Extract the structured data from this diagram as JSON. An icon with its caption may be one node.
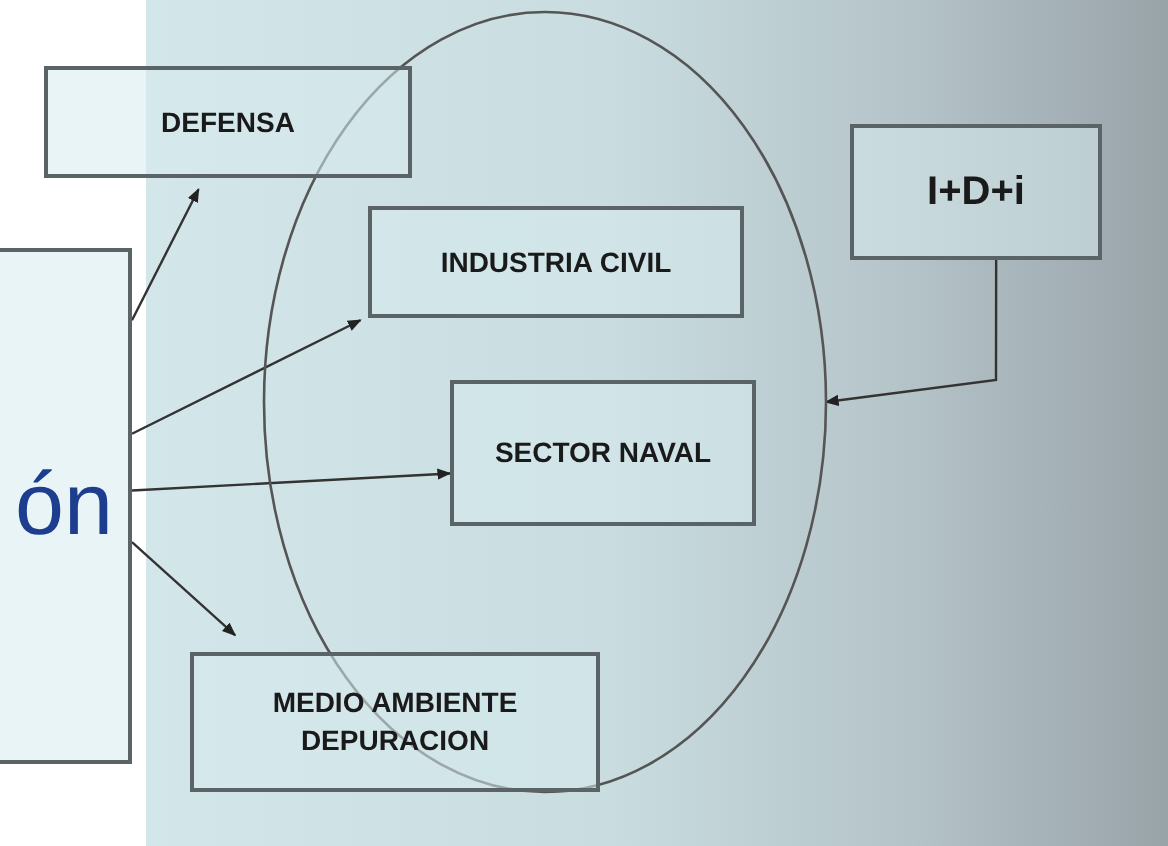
{
  "diagram": {
    "nodes": [
      {
        "text": [
          "ón"
        ]
      },
      {
        "text": [],
        "shape": "circle"
      },
      {
        "text": [
          "DEFENSA"
        ]
      },
      {
        "text": [
          "INDUSTRIA CIVIL"
        ],
        "in": 1
      },
      {
        "text": [
          "SECTOR NAVAL"
        ],
        "in": 1
      },
      {
        "text": [
          "MEDIO AMBIENTE DEPURACION"
        ]
      },
      {
        "text": [
          "I+D+i"
        ]
      }
    ],
    "edges": [
      {
        "from": 0,
        "to": 2,
        "arrow": "to"
      },
      {
        "from": 0,
        "to": 3,
        "arrow": "to"
      },
      {
        "from": 0,
        "to": 4,
        "arrow": "to"
      },
      {
        "from": 0,
        "to": 5,
        "arrow": "to"
      },
      {
        "from": 6,
        "to": 1,
        "arrow": "to"
      }
    ]
  }
}
